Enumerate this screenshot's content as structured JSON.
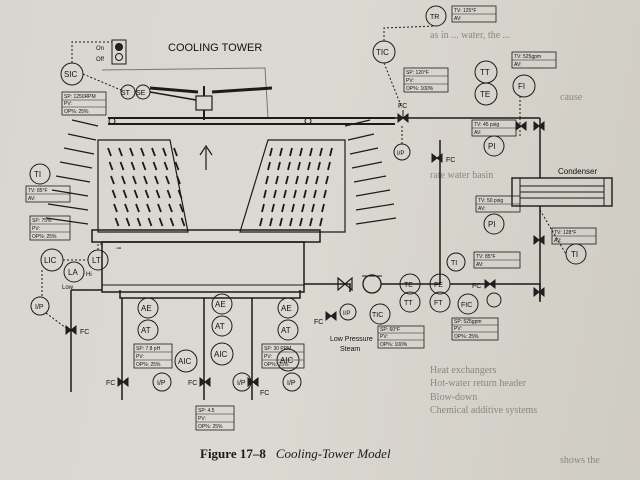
{
  "diagram": {
    "title": "COOLING TOWER",
    "caption_number": "Figure 17–8",
    "caption_title": "Cooling-Tower Model",
    "condenser_label": "Condenser",
    "low_pressure_steam": [
      "Low Pressure",
      "Steam"
    ],
    "on_label": "On",
    "off_label": "Off",
    "low_label": "Low",
    "hi_label": "Hi",
    "instruments": {
      "TR": "TR",
      "TIC": "TIC",
      "TT1": "TT",
      "TE1": "TE",
      "FI": "FI",
      "PI1": "PI",
      "PI2": "PI",
      "TI_right": "TI",
      "TI_left": "TI",
      "SIC": "SIC",
      "ST": "ST",
      "SE": "SE",
      "LIC": "LIC",
      "LA": "LA",
      "LT": "LT",
      "AE1": "AE",
      "AT1": "AT",
      "AIC1": "AIC",
      "AE2": "AE",
      "AT2": "AT",
      "AIC2": "AIC",
      "AE3": "AE",
      "AT3": "AT",
      "AIC3": "AIC",
      "TE2": "TE",
      "TT2": "TT",
      "TIC2": "TIC",
      "FE": "FE",
      "FT": "FT",
      "FIC": "FIC",
      "TI_mid": "TI",
      "FC": "FC",
      "IP": "I/P"
    },
    "boxes": {
      "tr": [
        "TV: 125°F",
        "AV:"
      ],
      "fi": [
        "TV: 525gpm",
        "AV:"
      ],
      "tic": [
        "SP: 120°F",
        "PV:",
        "OP%: 100%"
      ],
      "pi1": [
        "TV: 45 psig",
        "AV:"
      ],
      "pi2": [
        "TV: 50 psig",
        "AV:"
      ],
      "ti_right": [
        "TV: 128°F",
        "AV:"
      ],
      "ti_mid": [
        "TV: 85°F",
        "AV:"
      ],
      "ti_left": [
        "TV: 85°F",
        "AV:"
      ],
      "sic": [
        "SP: 1250RPM",
        "PV:",
        "OP%: 25%"
      ],
      "lic": [
        "SP: 75%",
        "PV:",
        "OP%: 25%"
      ],
      "aic1": [
        "SP: 7.8 pH",
        "PV:",
        "OP%: 25%"
      ],
      "aic2": [
        "SP: 4.5",
        "PV:",
        "OP%: 25%"
      ],
      "aic3": [
        "SP: 30 PPM",
        "PV:",
        "OP%: 25%"
      ],
      "tic2": [
        "SP: 60°F",
        "PV:",
        "OP%: 100%"
      ],
      "fic": [
        "SP: 525gpm",
        "PV:",
        "OP%: 25%"
      ]
    }
  }
}
